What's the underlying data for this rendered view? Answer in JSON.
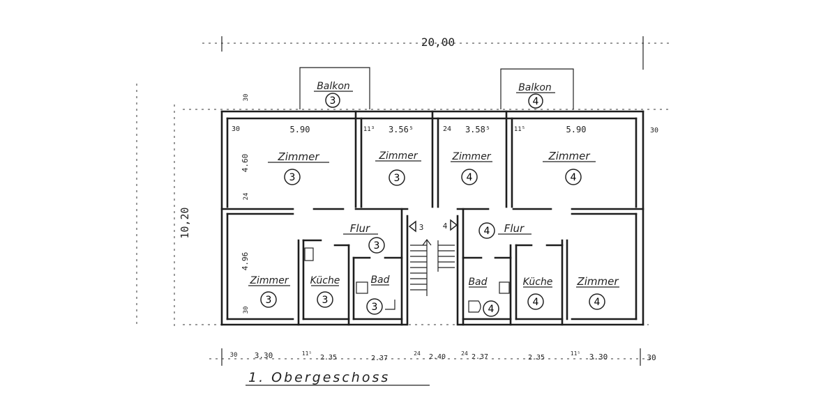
{
  "plan": {
    "overall_width": "20,00",
    "overall_height": "10,20",
    "title": "1. Obergeschoss",
    "balconies": [
      {
        "label": "Balkon",
        "unit": "3"
      },
      {
        "label": "Balkon",
        "unit": "4"
      }
    ],
    "rooms": [
      {
        "label": "Zimmer",
        "unit": "3"
      },
      {
        "label": "Zimmer",
        "unit": "3"
      },
      {
        "label": "Zimmer",
        "unit": "4"
      },
      {
        "label": "Zimmer",
        "unit": "4"
      },
      {
        "label": "Zimmer",
        "unit": "3"
      },
      {
        "label": "Küche",
        "unit": "3"
      },
      {
        "label": "Bad",
        "unit": "3"
      },
      {
        "label": "Bad",
        "unit": "4"
      },
      {
        "label": "Küche",
        "unit": "4"
      },
      {
        "label": "Zimmer",
        "unit": "4"
      }
    ],
    "flur": [
      {
        "label": "Flur",
        "unit": "3"
      },
      {
        "label": "Flur",
        "unit": "4"
      }
    ],
    "stair_markers": [
      "3",
      "4"
    ],
    "top_dims": [
      "30",
      "5.90",
      "11³",
      "3.56⁵",
      "24",
      "3.58⁵",
      "11⁵",
      "5.90",
      "30"
    ],
    "left_dims": [
      "30",
      "4.60",
      "24",
      "4.96",
      "30"
    ],
    "bottom_dims": [
      "30",
      "3.30",
      "11⁵",
      "2.35",
      "2.37",
      "24",
      "2.40",
      "24",
      "2.37",
      "2.35",
      "11⁵",
      "3.30",
      "30"
    ]
  }
}
